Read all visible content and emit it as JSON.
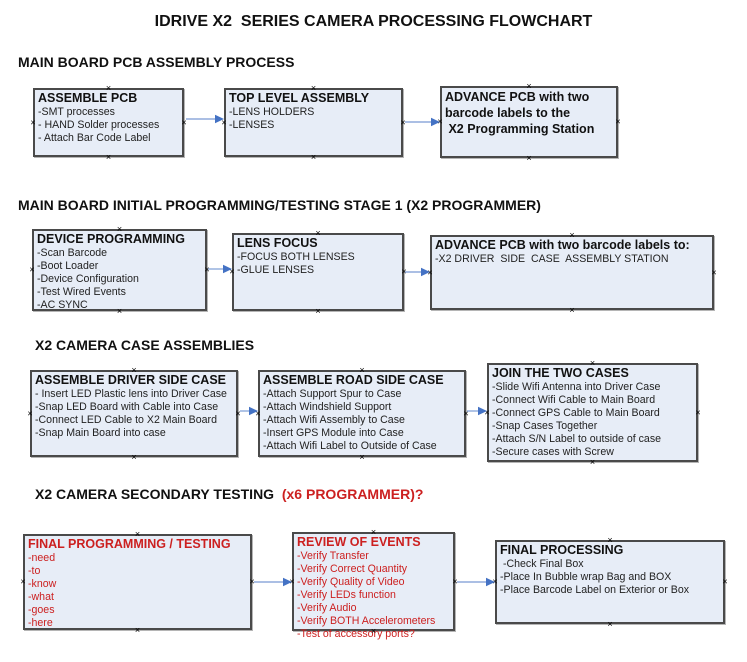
{
  "page_title": "IDRIVE X2  SERIES CAMERA PROCESSING FLOWCHART",
  "colors": {
    "box_fill": "#e7edf7",
    "box_border": "#4a4a4a",
    "arrow_line": "#8faadc",
    "arrow_head": "#4472c4",
    "red_text": "#cc2020"
  },
  "sections": [
    {
      "heading": "MAIN BOARD PCB ASSEMBLY PROCESS",
      "boxes": [
        {
          "title": "ASSEMBLE PCB",
          "lines": [
            "-SMT processes",
            "- HAND Solder processes",
            "- Attach Bar Code Label"
          ]
        },
        {
          "title": "TOP LEVEL ASSEMBLY",
          "lines": [
            "-LENS HOLDERS",
            "-LENSES"
          ]
        },
        {
          "title": "ADVANCE PCB with two\nbarcode labels to the\n X2 Programming Station",
          "lines": []
        }
      ]
    },
    {
      "heading": "MAIN BOARD INITIAL PROGRAMMING/TESTING STAGE 1 (X2 PROGRAMMER)",
      "boxes": [
        {
          "title": "DEVICE PROGRAMMING",
          "lines": [
            "-Scan Barcode",
            "-Boot Loader",
            "-Device Configuration",
            "-Test Wired Events",
            "-AC SYNC"
          ]
        },
        {
          "title": "LENS FOCUS",
          "lines": [
            "-FOCUS BOTH LENSES",
            "-GLUE LENSES"
          ]
        },
        {
          "title": "ADVANCE PCB with two barcode labels to:",
          "lines": [
            "-X2 DRIVER  SIDE  CASE  ASSEMBLY STATION"
          ]
        }
      ]
    },
    {
      "heading": "X2 CAMERA CASE ASSEMBLIES",
      "boxes": [
        {
          "title": "ASSEMBLE DRIVER SIDE CASE",
          "lines": [
            "- Insert LED Plastic lens into Driver Case",
            "-Snap LED Board with Cable into Case",
            "-Connect LED Cable to X2 Main Board",
            "-Snap Main Board into case"
          ]
        },
        {
          "title": "ASSEMBLE ROAD SIDE CASE",
          "lines": [
            "-Attach Support Spur to Case",
            "-Attach Windshield Support",
            "-Attach Wifi Assembly to Case",
            "-Insert GPS Module into Case",
            "-Attach Wifi Label to Outside of Case"
          ]
        },
        {
          "title": "JOIN THE TWO CASES",
          "lines": [
            "-Slide Wifi Antenna into Driver Case",
            "-Connect Wifi Cable to Main Board",
            "-Connect GPS Cable to Main Board",
            "-Snap Cases Together",
            "-Attach S/N Label to outside of case",
            "-Secure cases with Screw"
          ]
        }
      ]
    },
    {
      "heading": "X2 CAMERA SECONDARY TESTING ",
      "heading_suffix": " (x6 PROGRAMMER)?",
      "boxes": [
        {
          "title": "FINAL PROGRAMMING / TESTING",
          "lines": [
            "-need",
            "-to",
            "-know",
            "-what",
            "-goes",
            "-here"
          ]
        },
        {
          "title": "REVIEW OF EVENTS",
          "lines": [
            "-Verify Transfer",
            "-Verify Correct Quantity",
            "-Verify Quality of Video",
            "-Verify LEDs function",
            "-Verify Audio",
            "-Verify BOTH Accelerometers",
            "-Test of accessory ports?"
          ]
        },
        {
          "title": "FINAL PROCESSING",
          "lines": [
            " -Check Final Box",
            "-Place In Bubble wrap Bag and BOX",
            "-Place Barcode Label on Exterior or Box"
          ]
        }
      ]
    }
  ]
}
